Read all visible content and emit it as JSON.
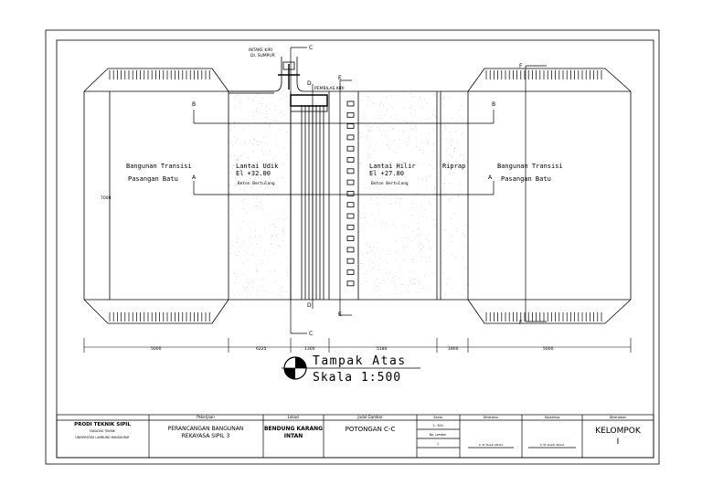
{
  "labels": {
    "intake_left": "INTAKE KIRI",
    "intake_left_2": "DI. SUMPUR",
    "pembilas": "PEMBILAS KIRI",
    "section_c": "C",
    "section_d": "D",
    "section_e": "E",
    "section_f": "F",
    "section_b": "B",
    "section_a": "A",
    "transition_left_1": "Bangunan Transisi",
    "transition_left_2": "Pasangan Batu",
    "upstream_floor_1": "Lantai Udik",
    "upstream_floor_2": "El +32.00",
    "upstream_floor_3": "Beton Bertulang",
    "downstream_floor_1": "Lantai Hilir",
    "downstream_floor_2": "El +27.80",
    "downstream_floor_3": "Beton Bertulang",
    "riprap": "Riprap",
    "transition_right_1": "Bangunan Transisi",
    "transition_right_2": "Pasangan Batu",
    "width_dim": "7000",
    "dim_1": "5000",
    "dim_2": "6225",
    "dim_3": "1300",
    "dim_4": "5180",
    "dim_5": "1800",
    "dim_6": "5000",
    "view_title": "Tampak Atas",
    "view_scale": "Skala 1:500"
  },
  "title_block": {
    "institution_1": "PRODI TEKNIK SIPIL",
    "institution_2": "FAKULTAS TEKNIK",
    "institution_3": "UNIVERSITAS LAMBUNG MANGKURAT",
    "pekerjaan_label": "Pekerjaan",
    "pekerjaan_1": "PERANCANGAN BANGUNAN",
    "pekerjaan_2": "REKAYASA SIPIL 3",
    "lokasi_label": "Lokasi",
    "lokasi_1": "BENDUNG KARANG",
    "lokasi_2": "INTAN",
    "judul_label": "Judul Gambar",
    "judul": "POTONGAN C-C",
    "skala_label": "Skala",
    "skala": "1 : 500",
    "no_lembar_label": "No. Lembar",
    "no_lembar": "1",
    "diketahui_label": "Diketahui",
    "diketahui_name": "Ir. M. Rusdi Afkani",
    "diperiksa_label": "Diperiksa",
    "diperiksa_name": "Ir. M. Rusdi Afkani",
    "dikerjakan_label": "Dikerjakan",
    "kelompok": "KELOMPOK",
    "kelompok_no": "I"
  }
}
